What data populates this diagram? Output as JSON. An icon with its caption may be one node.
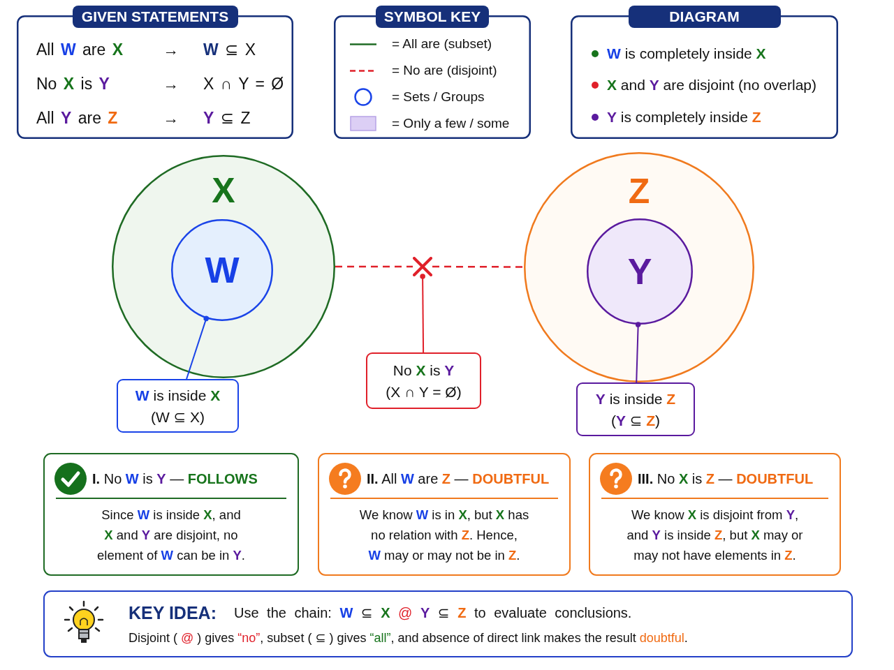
{
  "diagram": {
    "nodes": [
      {
        "text": [
          "GIVEN STATEMENTS",
          "All **W** are **X**",
          "→",
          "**W** ⊆ X",
          "No **X** is **Y**",
          "→",
          "X ∩ Y = Ø",
          "All **Y** are **Z**",
          "→",
          "**Y** ⊆ Z"
        ]
      },
      {
        "text": [
          "SYMBOL KEY"
        ]
      },
      {
        "text": [
          "DIAGRAM",
          "**W** is completely inside **X**",
          "**X** and **Y** are disjoint (no overlap)",
          "**Y** is completely inside **Z**"
        ]
      },
      {
        "text": [
          "X"
        ]
      },
      {
        "text": [
          "W"
        ],
        "in": 3
      },
      {
        "text": [],
        "shape": "cross"
      },
      {
        "text": [
          "Z"
        ]
      },
      {
        "text": [
          "Y"
        ],
        "in": 6
      },
      {
        "text": [
          "**W** is inside **X**",
          "(W ⊆ X)"
        ]
      },
      {
        "text": [
          "No **X** is **Y**",
          "(X ∩ Y = Ø)"
        ]
      },
      {
        "text": [
          "**Y** is inside **Z**",
          "(**Y** ⊆ **Z**)"
        ]
      },
      {
        "text": [
          "**I.** No **W** is **Y** — **FOLLOWS**",
          "Since **W** is inside **X**, and **X** and **Y** are disjoint, no element of **W** can be in **Y**."
        ]
      },
      {
        "text": [
          "**II.** All **W** are **Z** — **DOUBTFUL**",
          "We know **W** is in **X**, but **X** has no relation with **Z**. Hence, **W** may or may not be in **Z**."
        ]
      },
      {
        "text": [
          "**III.** No **X** is **Z** — **DOUBTFUL**",
          "We know **X** is disjoint from **Y**, and **Y** is inside **Z**, but **X** may or may not have elements in **Z**."
        ]
      },
      {
        "text": [
          "KEY IDEA:",
          "Use the chain: **W** ⊆ **X** **@** **Y** ⊆ **Z** to evaluate conclusions.",
          "Disjoint ( **@** ) gives **“no”**, subset ( ⊆ ) gives **“all”**, and absence of direct link makes the result **doubtful**."
        ]
      }
    ],
    "edges": [
      {
        "from": 3,
        "to": 5,
        "arrow": "none",
        "style": "dashed"
      },
      {
        "from": 5,
        "to": 6,
        "arrow": "none",
        "style": "dashed"
      },
      {
        "from": 8,
        "to": 4,
        "arrow": "other",
        "color": "#1a44e8"
      },
      {
        "from": 9,
        "to": 5,
        "arrow": "other"
      },
      {
        "from": 10,
        "to": 7,
        "arrow": "other",
        "color": "#5a1a9e"
      }
    ],
    "legend": [
      {
        "text": "= All are (subset)"
      },
      {
        "text": "= No are (disjoint)"
      },
      {
        "text": "= Sets / Groups"
      },
      {
        "text": "= Only a few / some",
        "color": "#dccff5"
      }
    ]
  }
}
